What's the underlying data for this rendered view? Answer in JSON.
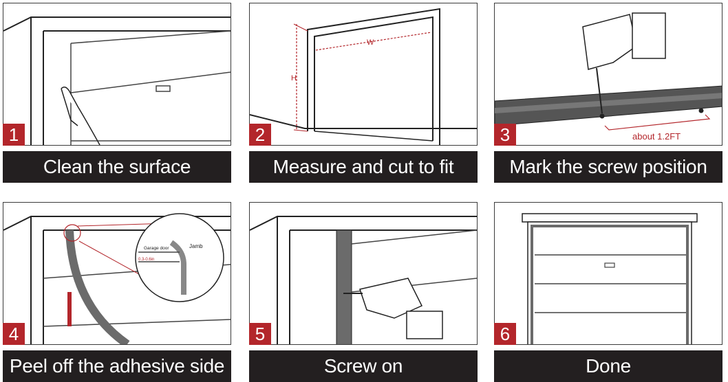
{
  "accent_color": "#b3262b",
  "caption_bg": "#231f20",
  "steps": [
    {
      "number": "1",
      "caption": "Clean the surface"
    },
    {
      "number": "2",
      "caption": "Measure and cut to fit",
      "label_w": "W",
      "label_h": "H"
    },
    {
      "number": "3",
      "caption": "Mark the screw position",
      "label_distance": "about 1.2FT"
    },
    {
      "number": "4",
      "caption": "Peel off the adhesive side",
      "label_garage_door": "Garage door",
      "label_jamb": "Jamb",
      "label_gap": "0.3-0.6in"
    },
    {
      "number": "5",
      "caption": "Screw on"
    },
    {
      "number": "6",
      "caption": "Done"
    }
  ]
}
